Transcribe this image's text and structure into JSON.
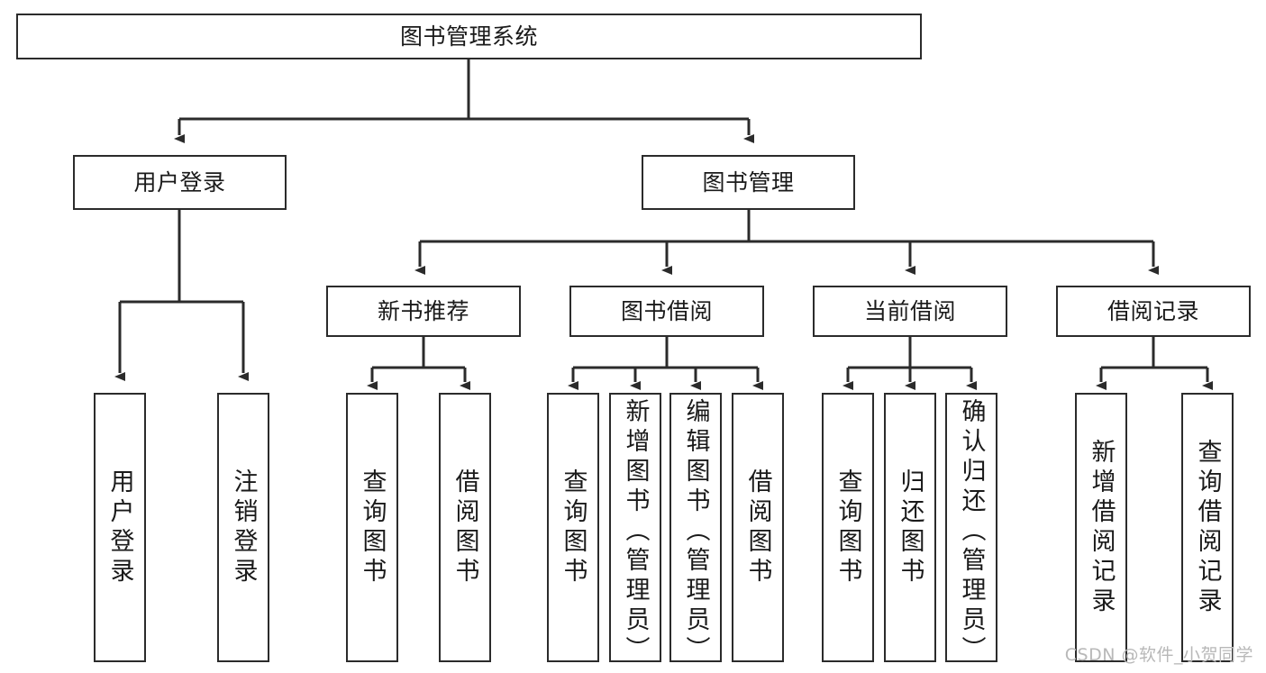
{
  "diagram": {
    "type": "tree",
    "title": "图书管理系统",
    "line_color": "#2b2b2b",
    "box_fill": "#ffffff",
    "text_color": "#1a1a1a",
    "watermark": "CSDN @软件_小贺同学",
    "nodes": {
      "root": {
        "label": "图书管理系统"
      },
      "level2": [
        {
          "label": "用户登录"
        },
        {
          "label": "图书管理"
        }
      ],
      "level3": [
        {
          "label": "新书推荐"
        },
        {
          "label": "图书借阅"
        },
        {
          "label": "当前借阅"
        },
        {
          "label": "借阅记录"
        }
      ],
      "leaves_user_login": [
        {
          "label": "用户登录"
        },
        {
          "label": "注销登录"
        }
      ],
      "leaves_new_book": [
        {
          "label": "查询图书"
        },
        {
          "label": "借阅图书"
        }
      ],
      "leaves_borrow": [
        {
          "label": "查询图书"
        },
        {
          "label": "新增图书（管理员）"
        },
        {
          "label": "编辑图书（管理员）"
        },
        {
          "label": "借阅图书"
        }
      ],
      "leaves_current": [
        {
          "label": "查询图书"
        },
        {
          "label": "归还图书"
        },
        {
          "label": "确认归还（管理员）"
        }
      ],
      "leaves_record": [
        {
          "label": "新增借阅记录"
        },
        {
          "label": "查询借阅记录"
        }
      ]
    }
  }
}
